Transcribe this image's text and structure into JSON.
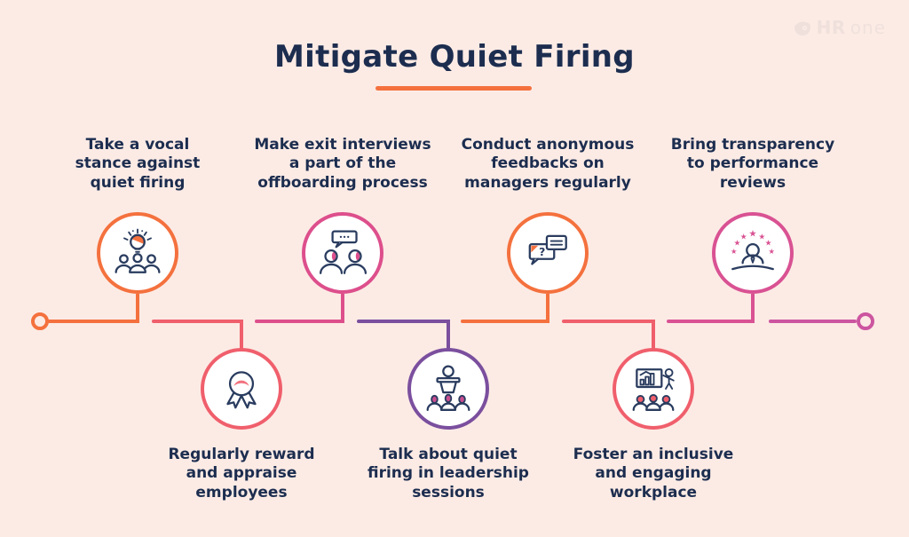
{
  "title": {
    "text": "Mitigate Quiet Firing"
  },
  "logo": {
    "bold": "HR",
    "light": "one"
  },
  "glyphs": {
    "question_mark": "?",
    "star": "★"
  },
  "colors": {
    "bg": "#FCEBE5",
    "navy": "#1C2D4F",
    "ink": "#2A3C5F",
    "orange": "#F4713E",
    "coral": "#F05F6C",
    "coralLight": "#F2737F",
    "magenta": "#DD4F8C",
    "purple": "#7B4F9E",
    "pink": "#D95293",
    "pinkEnd": "#CC55A0",
    "audiencePink": "#C94E90",
    "logoTint": "#EFE0DC"
  },
  "steps": [
    {
      "label": "Take a vocal\nstance against\nquiet firing",
      "position": "top",
      "color": "#F4713E",
      "icon": "team-idea-icon"
    },
    {
      "label": "Regularly reward\nand appraise\nemployees",
      "position": "bottom",
      "color": "#F05F6C",
      "icon": "award-medal-icon"
    },
    {
      "label": "Make exit interviews\na part of the\noffboarding process",
      "position": "top",
      "color": "#DD4F8C",
      "icon": "exit-interview-chat-icon"
    },
    {
      "label": "Talk about quiet\nfiring in leadership\nsessions",
      "position": "bottom",
      "color": "#7B4F9E",
      "icon": "leadership-podium-icon"
    },
    {
      "label": "Conduct anonymous\nfeedbacks on\nmanagers regularly",
      "position": "top",
      "color": "#F4713E",
      "icon": "feedback-bubbles-icon"
    },
    {
      "label": "Foster an inclusive\nand engaging\nworkplace",
      "position": "bottom",
      "color": "#F05F6C",
      "icon": "presentation-audience-icon"
    },
    {
      "label": "Bring transparency\nto performance\nreviews",
      "position": "top",
      "color": "#D95293",
      "icon": "person-stars-icon"
    }
  ],
  "timeline": {
    "segment_colors": [
      "#F4713E",
      "#F05F6C",
      "#DD4F8C",
      "#7B4F9E",
      "#F4713E",
      "#F05F6C",
      "#D95293",
      "#CC55A0"
    ],
    "left_endpoint_color": "#F4713E",
    "right_endpoint_color": "#CC55A0"
  }
}
